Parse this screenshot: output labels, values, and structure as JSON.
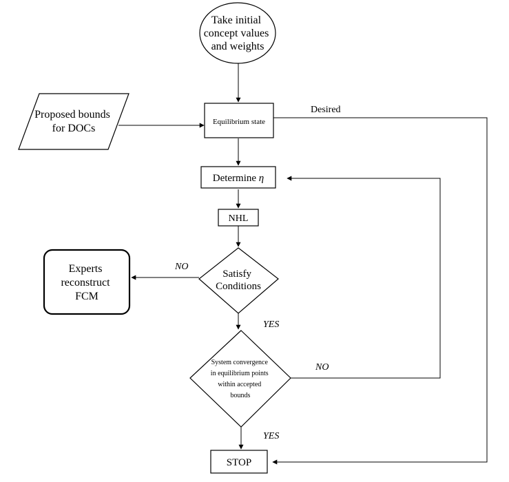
{
  "nodes": {
    "start": {
      "lines": [
        "Take initial",
        "concept values",
        "and weights"
      ]
    },
    "bounds": {
      "lines": [
        "Proposed bounds",
        "for DOCs"
      ]
    },
    "equilibrium": {
      "lines": [
        "Equilibrium state"
      ]
    },
    "determine": {
      "lines": [
        "Determine "
      ],
      "symbol": "η"
    },
    "nhl": {
      "lines": [
        "NHL"
      ]
    },
    "satisfy": {
      "lines": [
        "Satisfy",
        "Conditions"
      ]
    },
    "experts": {
      "lines": [
        "Experts",
        "reconstruct",
        "FCM"
      ]
    },
    "convergence": {
      "lines": [
        "System convergence",
        "in equilibrium points",
        "within accepted",
        "bounds"
      ]
    },
    "stop": {
      "lines": [
        "STOP"
      ]
    }
  },
  "edge_labels": {
    "desired": "Desired",
    "no_satisfy": "NO",
    "yes_satisfy": "YES",
    "no_convergence": "NO",
    "yes_convergence": "YES"
  },
  "colors": {
    "stroke": "#000000",
    "fill": "#ffffff",
    "text": "#000000"
  }
}
